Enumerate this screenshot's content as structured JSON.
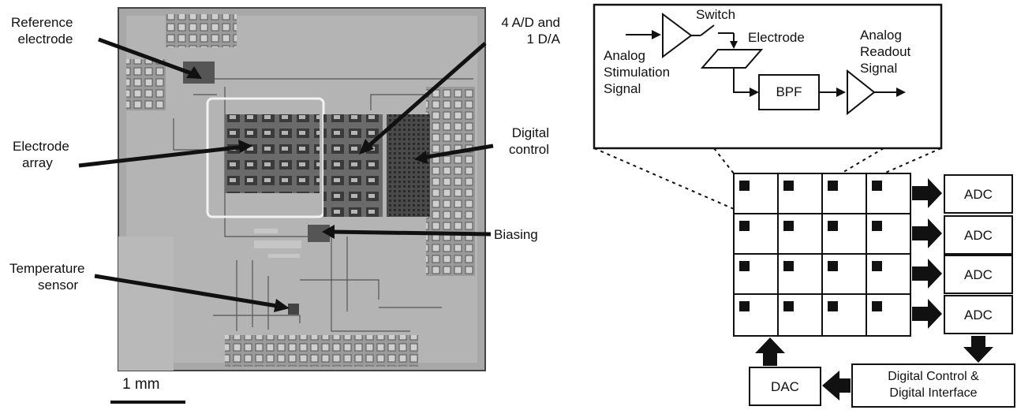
{
  "chip_labels": {
    "reference_electrode": [
      "Reference",
      "electrode"
    ],
    "electrode_array": [
      "Electrode",
      "array"
    ],
    "temperature_sensor": [
      "Temperature",
      "sensor"
    ],
    "ad_da": [
      "4 A/D and",
      "1 D/A"
    ],
    "digital_control": [
      "Digital",
      "control"
    ],
    "biasing": "Biasing",
    "scale_bar": "1 mm"
  },
  "inset": {
    "switch": "Switch",
    "electrode": "Electrode",
    "analog_stimulation": [
      "Analog",
      "Stimulation",
      "Signal"
    ],
    "analog_readout": [
      "Analog",
      "Readout",
      "Signal"
    ],
    "bpf": "BPF"
  },
  "block": {
    "adc_labels": [
      "ADC",
      "ADC",
      "ADC",
      "ADC"
    ],
    "dac": "DAC",
    "digital_control": [
      "Digital Control &",
      "Digital Interface"
    ]
  }
}
